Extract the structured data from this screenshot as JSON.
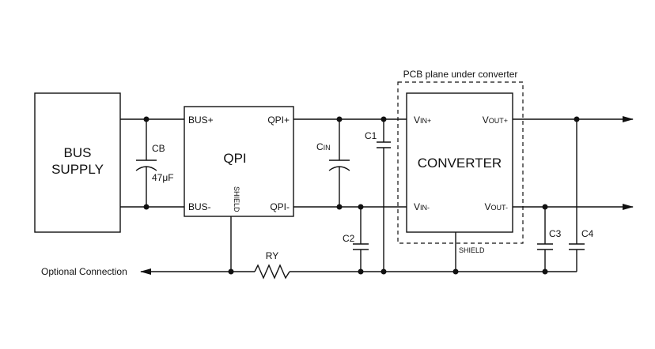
{
  "bus_supply": {
    "line1": "BUS",
    "line2": "SUPPLY"
  },
  "cb": {
    "name": "CB",
    "value": "47μF"
  },
  "qpi": {
    "title": "QPI",
    "bus_plus": "BUS+",
    "bus_minus": "BUS-",
    "qpi_plus": "QPI+",
    "qpi_minus": "QPI-",
    "shield": "SHIELD"
  },
  "cin": {
    "main": "C",
    "sub": "IN"
  },
  "c1": "C1",
  "c2": "C2",
  "c3": "C3",
  "c4": "C4",
  "ry": "RY",
  "pcb_label": "PCB plane under converter",
  "converter": {
    "title": "CONVERTER",
    "vin_plus": {
      "main": "V",
      "sub": "IN+"
    },
    "vin_minus": {
      "main": "V",
      "sub": "IN-"
    },
    "vout_plus": {
      "main": "V",
      "sub": "OUT+"
    },
    "vout_minus": {
      "main": "V",
      "sub": "OUT-"
    },
    "shield": "SHIELD"
  },
  "optional_connection": "Optional Connection"
}
